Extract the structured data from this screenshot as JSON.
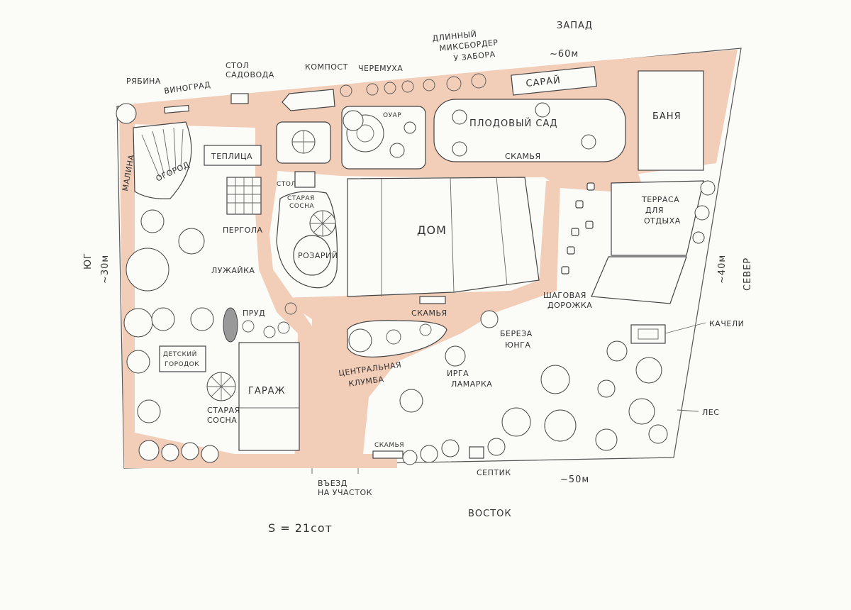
{
  "plan": {
    "directions": {
      "west": "ЗАПАД",
      "east": "ВОСТОК",
      "south": "ЮГ",
      "north": "СЕВЕР"
    },
    "dimensions": {
      "top": "~60м",
      "bottom": "~50м",
      "left": "~30м",
      "right": "~40м"
    },
    "area": "S = 21сот",
    "labels": {
      "ryabina": "РЯБИНА",
      "vinograd": "ВИНОГРАД",
      "stol_sadovoda_1": "СТОЛ",
      "stol_sadovoda_2": "САДОВОДА",
      "kompost": "КОМПОСТ",
      "cheremukha": "ЧЕРЕМУХА",
      "mixborder_1": "ДЛИННЫЙ",
      "mixborder_2": "МИКСБОРДЕР",
      "mixborder_3": "У ЗАБОРА",
      "saray": "САРАЙ",
      "banya": "БАНЯ",
      "malina": "МАЛИНА",
      "ogorod": "ОГОРОД",
      "teplitsa": "ТЕПЛИЦА",
      "stol": "СТОЛ",
      "staraya_sosna_top_1": "СТАРАЯ",
      "staraya_sosna_top_2": "СОСНА",
      "ovar": "ОУАР",
      "plodovy_sad": "ПЛОДОВЫЙ САД",
      "skamya_garden": "СКАМЬЯ",
      "pergola": "ПЕРГОЛА",
      "rozariy": "РОЗАРИЙ",
      "dom": "ДОМ",
      "terrasa_1": "ТЕРРАСА",
      "terrasa_2": "ДЛЯ",
      "terrasa_3": "ОТДЫХА",
      "luzhayka": "ЛУЖАЙКА",
      "shagovaya_1": "ШАГОВАЯ",
      "shagovaya_2": "ДОРОЖКА",
      "prud": "ПРУД",
      "skamya_center": "СКАМЬЯ",
      "bereza_1": "БЕРЕЗА",
      "bereza_2": "ЮНГА",
      "kacheli": "КАЧЕЛИ",
      "detsky_1": "ДЕТСКИЙ",
      "detsky_2": "ГОРОДОК",
      "klumba_1": "ЦЕНТРАЛЬНАЯ",
      "klumba_2": "КЛУМБА",
      "irga_1": "ИРГА",
      "irga_2": "ЛАМАРКА",
      "garazh": "ГАРАЖ",
      "staraya_sosna_bot_1": "СТАРАЯ",
      "staraya_sosna_bot_2": "СОСНА",
      "les": "ЛЕС",
      "skamya_bottom": "СКАМЬЯ",
      "septik": "СЕПТИК",
      "vezd_1": "ВЪЕЗД",
      "vezd_2": "НА УЧАСТОК"
    }
  }
}
